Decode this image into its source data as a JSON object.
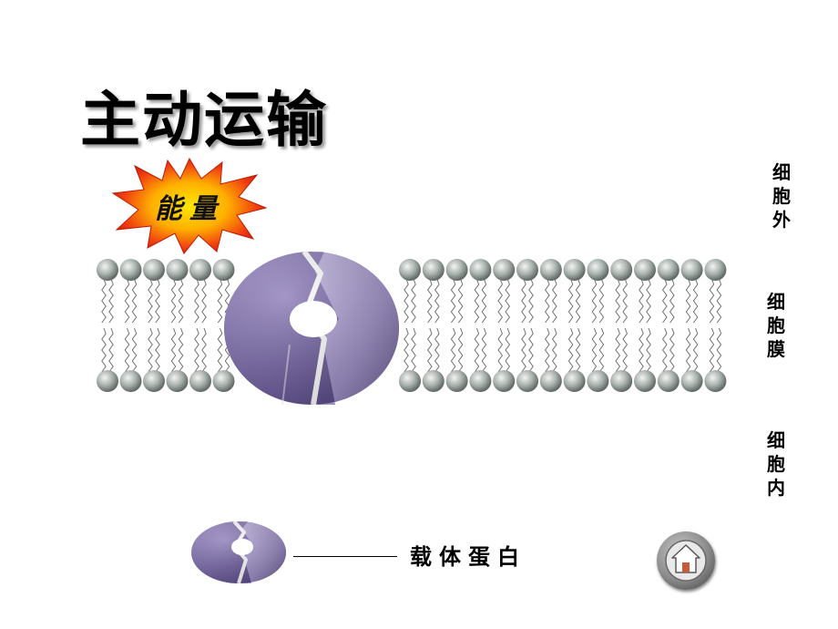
{
  "title": "主动运输",
  "energy": {
    "label": "能量",
    "icon": "starburst-icon"
  },
  "labels": {
    "outside": "细胞外",
    "membrane": "细胞膜",
    "inside": "细胞内"
  },
  "legend": {
    "label": "载体蛋白",
    "icon": "carrier-protein-icon"
  },
  "home_button": {
    "icon": "home-icon"
  },
  "colors": {
    "protein": "#8a78b6",
    "lipid_head": "#9aa4a0",
    "burst_outer": "#e02010",
    "burst_inner": "#ffd400"
  }
}
